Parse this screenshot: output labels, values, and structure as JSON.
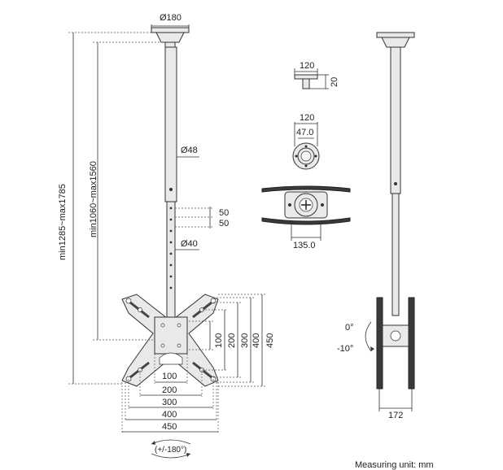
{
  "front_view": {
    "plate_diameter": "Ø180",
    "tube_upper_diameter": "Ø48",
    "tube_lower_diameter": "Ø40",
    "total_height_range": "min1285~max1785",
    "pole_height_range": "min1060~max1560",
    "hole_step_1": "50",
    "hole_step_2": "50",
    "vesa_vertical": [
      "100",
      "200",
      "300",
      "400",
      "450"
    ],
    "vesa_horizontal": [
      "100",
      "200",
      "300",
      "400",
      "450"
    ],
    "rotation": "(+/-180°)"
  },
  "detail_views": {
    "cap_width": "120",
    "cap_height": "20",
    "base_width": "120",
    "base_inner": "47.0",
    "clamp_width": "135.0"
  },
  "side_view": {
    "tilt_up": "0°",
    "tilt_down": "-10°",
    "width": "172"
  },
  "footer": {
    "units_note": "Measuring unit: mm"
  }
}
